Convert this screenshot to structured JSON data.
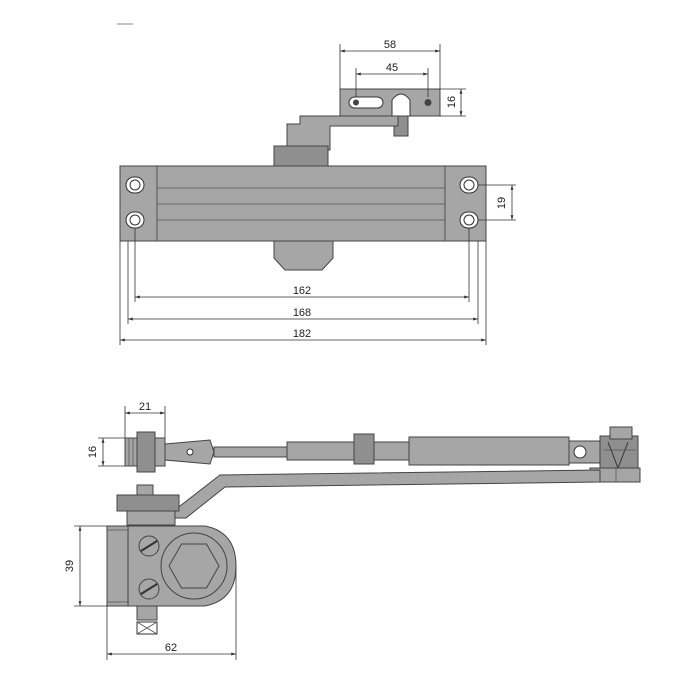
{
  "top_view": {
    "dim_bracket_width": "58",
    "dim_bracket_holes": "45",
    "dim_bracket_height": "16",
    "dim_hole_spacing_vertical": "19",
    "dim_hole_spacing_horizontal": "162",
    "dim_inner_width": "168",
    "dim_overall_length": "182"
  },
  "side_view": {
    "dim_arm_block_width": "21",
    "dim_arm_block_height": "16",
    "dim_body_height": "39",
    "dim_body_width": "62"
  },
  "colors": {
    "body": "#a6a6a6",
    "body_dark": "#8f8f8f",
    "outline": "#444444"
  }
}
